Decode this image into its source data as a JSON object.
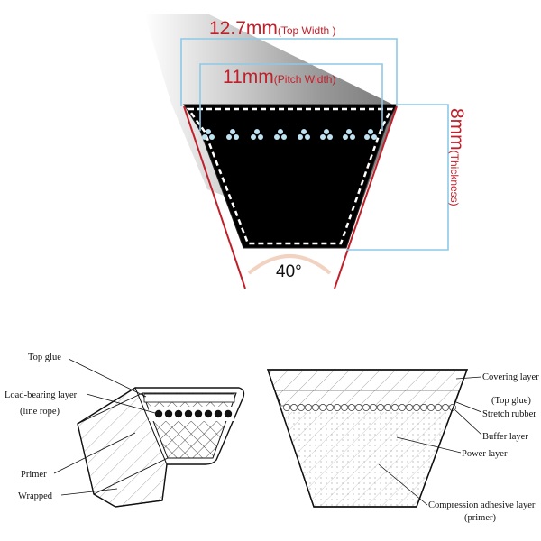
{
  "top_diagram": {
    "top_width": {
      "value": "12.7mm",
      "desc": "(Top Width )"
    },
    "pitch_width": {
      "value": "11mm",
      "desc": "(Pitch Width)"
    },
    "thickness": {
      "value": "8mm",
      "desc": "(Thickness)"
    },
    "angle": "40°"
  },
  "left_diagram": {
    "labels": {
      "top_glue": "Top glue",
      "load_bearing_1": "Load-bearing layer",
      "load_bearing_2": "(line rope)",
      "primer": "Primer",
      "wrapped": "Wrapped"
    }
  },
  "right_diagram": {
    "labels": {
      "covering_layer": "Covering layer",
      "top_glue": "(Top glue)",
      "stretch_rubber": "Stretch rubber",
      "buffer_layer": "Buffer layer",
      "power_layer": "Power layer",
      "compression_1": "Compression adhesive layer",
      "compression_2": "(primer)"
    }
  },
  "colors": {
    "dimension_red": "#c0202a",
    "bracket_blue": "#8ec9e6",
    "belt_black": "#000000",
    "rope_blue": "#bfe2f2"
  }
}
